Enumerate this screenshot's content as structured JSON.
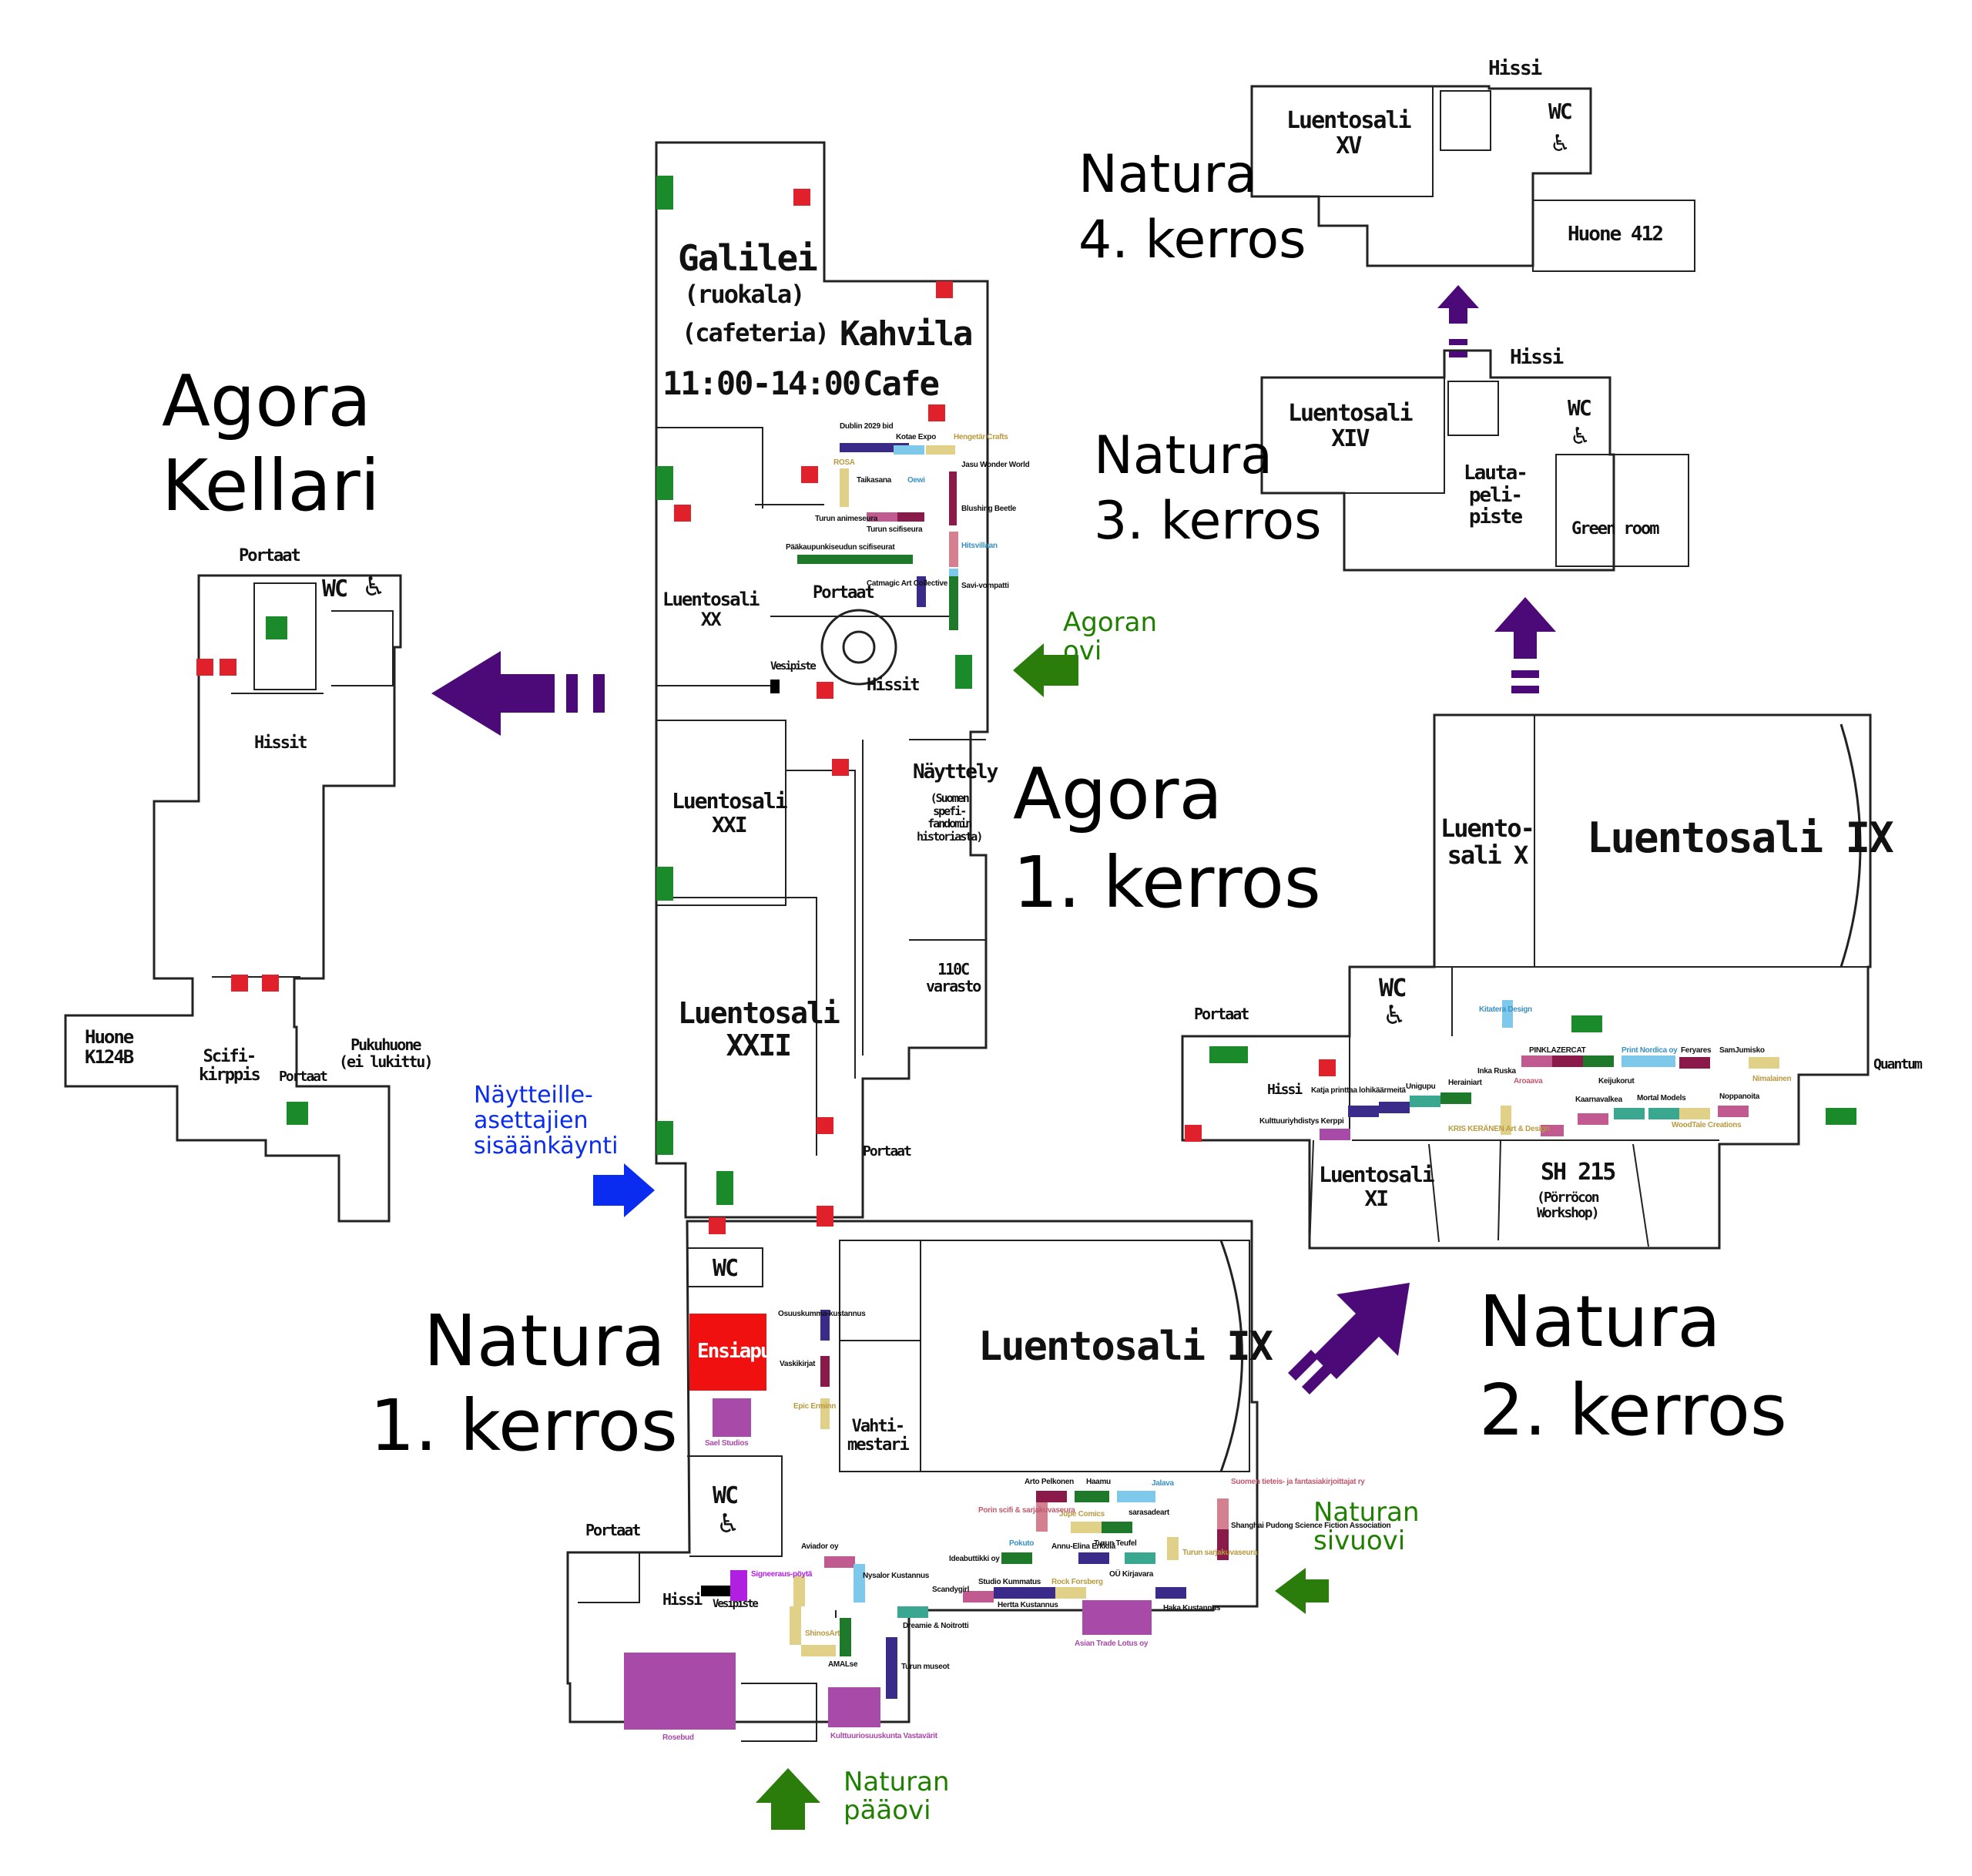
{
  "agora_kellari": {
    "title_line1": "Agora",
    "title_line2": "Kellari",
    "portaat": "Portaat",
    "wc": "WC",
    "hissit": "Hissit",
    "huone_k124b": "Huone\nK124B",
    "scifikirppis": "Scifi-\nkirppis",
    "portaat2": "Portaat",
    "pukuhuone": "Pukuhuone\n(ei lukittu)"
  },
  "agora_1": {
    "title_line1": "Agora",
    "title_line2": "1. kerros",
    "galilei": "Galilei",
    "ruokala": "(ruokala)",
    "cafeteria": "(cafeteria)",
    "hours": "11:00-14:00",
    "kahvila": "Kahvila",
    "cafe": "Cafe",
    "luentosali_xx": "Luentosali\nXX",
    "portaat": "Portaat",
    "vesipiste": "Vesipiste",
    "hissit": "Hissit",
    "luentosali_xxi": "Luentosali\nXXI",
    "nayttely": "Näyttely",
    "nayttely_sub": "(Suomen\nspefi-\nfandomin\nhistoriasta)",
    "varasto": "110C\nvarasto",
    "luentosali_xxii": "Luentosali\nXXII",
    "portaat2": "Portaat",
    "agoran_ovi": "Agoran\novi"
  },
  "agora_exhibitors": [
    "Dublin 2029 bid",
    "Kotae Expo",
    "Hengetär Crafts",
    "Jasu Wonder World",
    "ROSA",
    "Taikasana",
    "Oewi",
    "Turun animeseura",
    "Turun scifiseura",
    "Blushing Beetle",
    "Pääkaupunkiseudun scifiseurat",
    "Hitsvillaan",
    "Catmagic Art Collective",
    "Savi-vompatti"
  ],
  "natura_1": {
    "title_line1": "Natura",
    "title_line2": "1. kerros",
    "wc": "WC",
    "ensiapu": "Ensiapu",
    "luentosali_ix": "Luentosali IX",
    "vahtimestari": "Vahti-\nmestari",
    "wc2": "WC",
    "portaat": "Portaat",
    "hissi": "Hissi",
    "vesipiste": "Vesipiste",
    "entrance": "Näytteille-\nasettajien\nsisäänkäynti",
    "sivuovi": "Naturan\nsivuovi",
    "paaovi": "Naturan\npääovi"
  },
  "natura_1_exhibitors": [
    "Osuuskumma-kustannus",
    "Vaskikirjat",
    "Epic Erminn",
    "Sael Studios",
    "Arto Pelkonen",
    "Haamu",
    "Porin scifi & sarjakuvaseura",
    "Jupe Comics",
    "sarasadeart",
    "Jalava",
    "Suomen tieteis- ja fantasiakirjoittajat ry",
    "Shanghai Pudong Science Fiction Association",
    "Pokuto",
    "Annu-Elina Erkkilä",
    "Turun Teufel",
    "Ideabuttikki oy",
    "Turun sarjakuvaseura",
    "OÜ Kirjavara",
    "Aviador oy",
    "Nysalor Kustannus",
    "Scandygirl",
    "Studio Kummatus",
    "Rock Forsberg",
    "Hertta Kustannus",
    "Signeeraus-pöytä",
    "ShinosArt",
    "Dreamie & Noitrotti",
    "Haka Kustannus",
    "AMALse",
    "Asian Trade Lotus oy",
    "Turun museot",
    "Rosebud",
    "Kulttuuriosuuskunta Vastavärit"
  ],
  "natura_2": {
    "title_line1": "Natura",
    "title_line2": "2. kerros",
    "luentosali_x": "Luento-\nsali X",
    "luentosali_ix": "Luentosali IX",
    "wc": "WC",
    "portaat": "Portaat",
    "hissi": "Hissi",
    "quantum": "Quantum",
    "luentosali_xi": "Luentosali\nXI",
    "sh215": "SH 215",
    "sh215_sub": "(Pörröcon\nWorkshop)"
  },
  "natura_2_exhibitors": [
    "Kitatera Design",
    "PINKLAZERCAT",
    "Print Nordica oy",
    "Feryares",
    "SamJumisko",
    "Katja printtaa lohikäärmeitä",
    "Unigupu",
    "Herainiart",
    "Inka Ruska",
    "Aroaava",
    "Keijukorut",
    "Nimalainen",
    "Kulttuuriyhdistys Kerppi",
    "KRIS KERÄNEN Art & Design",
    "Kaarnavalkea",
    "Mortal Models",
    "Noppanoita",
    "WoodTale Creations"
  ],
  "natura_3": {
    "title_line1": "Natura",
    "title_line2": "3. kerros",
    "hissi": "Hissi",
    "luentosali_xiv": "Luentosali\nXIV",
    "wc": "WC",
    "lautapelipiste": "Lauta-\npeli-\npiste",
    "green_room": "Green room"
  },
  "natura_4": {
    "title_line1": "Natura",
    "title_line2": "4. kerros",
    "hissi": "Hissi",
    "luentosali_xv": "Luentosali\nXV",
    "wc": "WC",
    "huone_412": "Huone 412"
  },
  "colors": {
    "arrow_purple": "#4b0a78",
    "arrow_green": "#2a7d0a",
    "arrow_blue": "#0a2cf0",
    "ensiapu_red": "#f01010",
    "exit_green": "#1b8a2a",
    "fire_red": "#e0202a"
  }
}
